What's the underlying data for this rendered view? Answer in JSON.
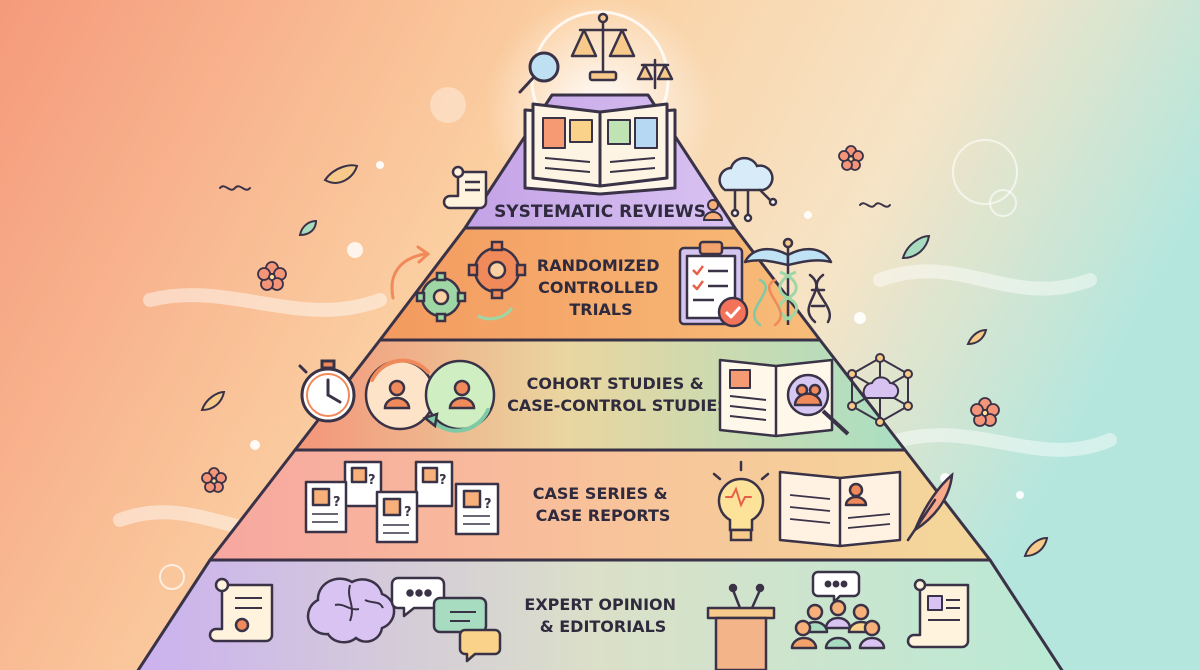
{
  "pyramid": {
    "tiers": [
      {
        "label_lines": [
          "SYSTEMATIC REVIEWS"
        ],
        "color": "#c9a8e8"
      },
      {
        "label_lines": [
          "RANDOMIZED",
          "CONTROLLED",
          "TRIALS"
        ],
        "color": "#f7a86a"
      },
      {
        "label_lines": [
          "COHORT STUDIES &",
          "CASE-CONTROL STUDIES"
        ],
        "color": "#bfe3b3"
      },
      {
        "label_lines": [
          "CASE SERIES &",
          "CASE REPORTS"
        ],
        "color": "#f7b79a"
      },
      {
        "label_lines": [
          "EXPERT OPINION",
          "& EDITORIALS"
        ],
        "color": "#d5bdf0"
      }
    ]
  },
  "icons": {
    "top": [
      "magnifier-icon",
      "scales-of-justice-icon",
      "open-book-icon"
    ],
    "tier1": [
      "scroll-icon",
      "cloud-network-icon"
    ],
    "tier2": [
      "refresh-arrow-icon",
      "gears-icon",
      "clipboard-checklist-icon",
      "caduceus-icon",
      "dna-icon"
    ],
    "tier3": [
      "stopwatch-icon",
      "people-cycle-icon",
      "book-magnifier-icon",
      "hexagon-network-icon"
    ],
    "tier4": [
      "profile-documents-icon",
      "lightbulb-icon",
      "profile-book-icon",
      "feather-icon"
    ],
    "tier5": [
      "certificate-icon",
      "brain-icon",
      "speech-bubbles-icon",
      "podium-icon",
      "audience-icon",
      "document-icon"
    ]
  },
  "colors": {
    "background_left": "#f6a07e",
    "background_center": "#fbd1a4",
    "background_right": "#b8e7dc",
    "outline": "#3a3347"
  }
}
